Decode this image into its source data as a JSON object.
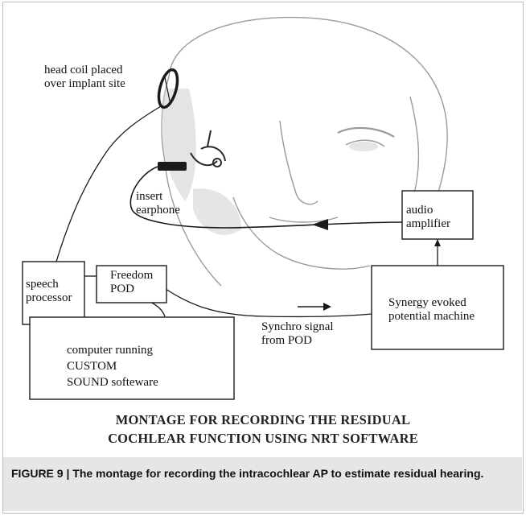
{
  "diagram": {
    "labels": {
      "head_coil": [
        "head coil placed",
        "over implant site"
      ],
      "insert_earphone": [
        "insert",
        "earphone"
      ],
      "audio_amplifier": [
        "audio",
        "amplifier"
      ],
      "speech_processor": [
        "speech",
        "processor"
      ],
      "freedom_pod": [
        "Freedom",
        "POD"
      ],
      "synergy": [
        "Synergy evoked",
        "potential machine"
      ],
      "synchro_signal": [
        "Synchro signal",
        "from  POD"
      ],
      "computer": [
        "computer running",
        "CUSTOM",
        "SOUND softeware"
      ]
    },
    "title": [
      "MONTAGE FOR RECORDING THE RESIDUAL",
      "COCHLEAR FUNCTION USING NRT SOFTWARE"
    ]
  },
  "caption": {
    "prefix": "FIGURE 9 | ",
    "text": "The montage for recording the intracochlear AP to estimate residual hearing."
  },
  "colors": {
    "line": "#1a1a1a",
    "caption_background": "#e6e6e6",
    "frame": "#bdbdbd"
  }
}
